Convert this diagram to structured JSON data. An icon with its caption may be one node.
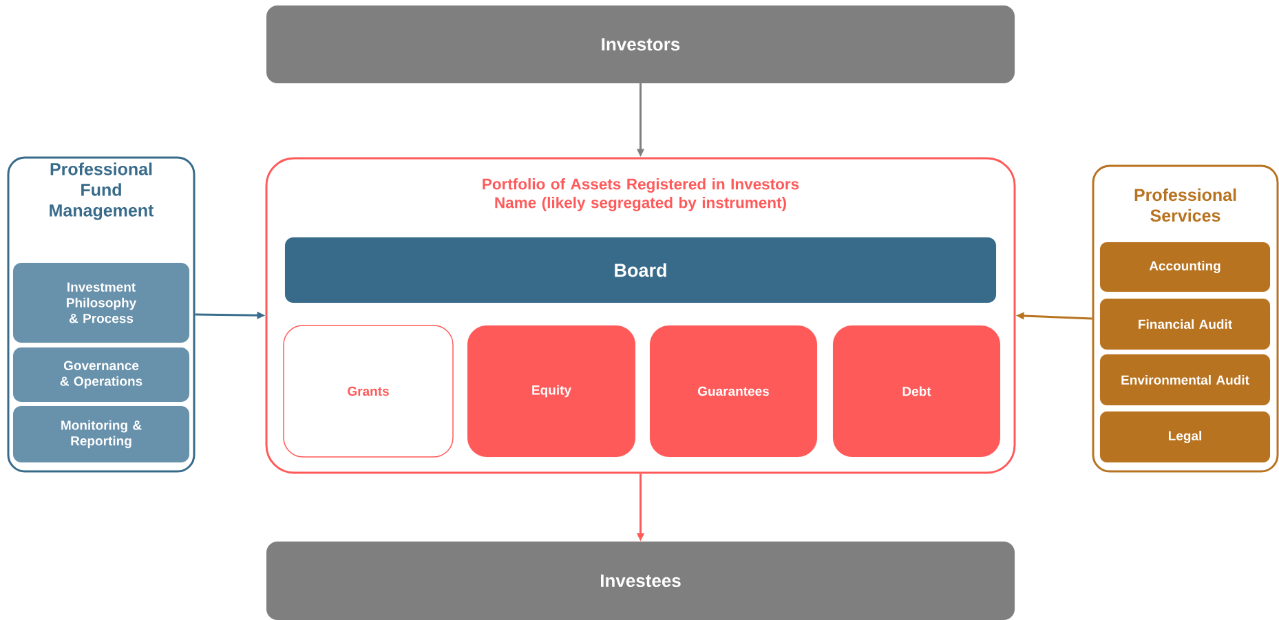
{
  "diagram": {
    "nodes": [
      {
        "text": [
          "Investors"
        ]
      },
      {
        "text": [
          "Professional Fund Management"
        ]
      },
      {
        "text": [
          "Investment Philosophy & Process"
        ],
        "in": 1
      },
      {
        "text": [
          "Governance & Operations"
        ],
        "in": 1
      },
      {
        "text": [
          "Monitoring & Reporting"
        ],
        "in": 1
      },
      {
        "text": [
          "Portfolio of Assets Registered in Investors Name (likely segregated by instrument)"
        ]
      },
      {
        "text": [
          "Board"
        ],
        "in": 5
      },
      {
        "text": [
          "Grants"
        ],
        "in": 5
      },
      {
        "text": [
          "Equity"
        ],
        "in": 5
      },
      {
        "text": [
          "Guarantees"
        ],
        "in": 5
      },
      {
        "text": [
          "Debt"
        ],
        "in": 5
      },
      {
        "text": [
          "Professional Services"
        ]
      },
      {
        "text": [
          "Accounting"
        ],
        "in": 11
      },
      {
        "text": [
          "Financial Audit"
        ],
        "in": 11
      },
      {
        "text": [
          "Environmental Audit"
        ],
        "in": 11
      },
      {
        "text": [
          "Legal"
        ],
        "in": 11
      },
      {
        "text": [
          "Investees"
        ]
      }
    ],
    "edges": [
      {
        "from": 0,
        "to": 5,
        "arrow": "to",
        "color": "#7f7f7f"
      },
      {
        "from": 1,
        "to": 5,
        "arrow": "to",
        "color": "#3b6d8c"
      },
      {
        "from": 11,
        "to": 5,
        "arrow": "to",
        "color": "#b8731f"
      },
      {
        "from": 5,
        "to": 16,
        "arrow": "to",
        "color": "#ff5a5a"
      }
    ]
  }
}
